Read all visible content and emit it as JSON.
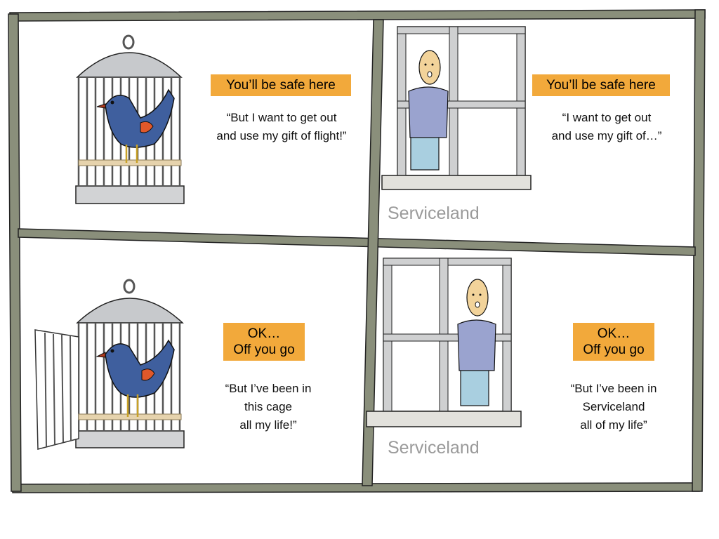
{
  "panels": [
    {
      "subject": "bird in closed cage",
      "badge_lines": [
        "You’ll be safe here"
      ],
      "quote_lines": [
        "“But I want to get out",
        "and use my gift of flight!”"
      ]
    },
    {
      "subject": "man behind window",
      "badge_lines": [
        "You’ll be safe here"
      ],
      "quote_lines": [
        "“I want to get out",
        "and use my gift of…”"
      ],
      "caption": "Serviceland"
    },
    {
      "subject": "bird in open cage",
      "badge_lines": [
        "OK…",
        "Off you go"
      ],
      "quote_lines": [
        "“But I’ve been in",
        "this cage",
        "all my life!”"
      ]
    },
    {
      "subject": "man behind window",
      "badge_lines": [
        "OK…",
        "Off you go"
      ],
      "quote_lines": [
        "“But I’ve been in",
        "Serviceland",
        "all of my life”"
      ],
      "caption": "Serviceland"
    }
  ],
  "colors": {
    "frame": "#8a8f7b",
    "badge": "#f2a93b",
    "bird": "#3f5f9e",
    "bird_wing_accent": "#e0582a",
    "sweater": "#9aa3cf",
    "skin": "#f2d39a",
    "pants": "#a9cfe0",
    "caption": "#9a9a9a"
  }
}
